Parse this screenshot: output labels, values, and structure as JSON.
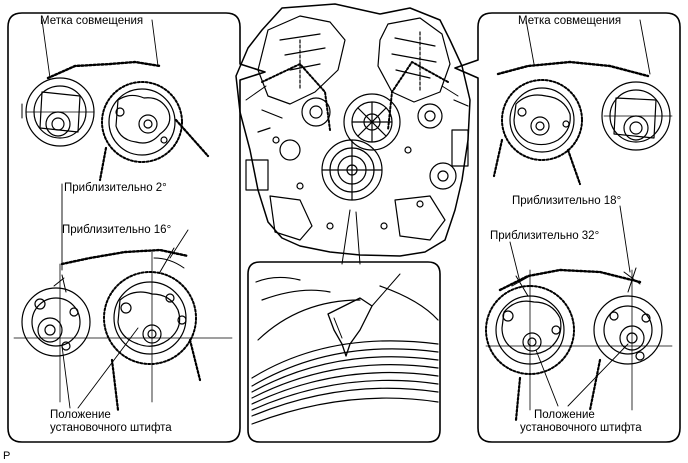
{
  "left_panel": {
    "alignment_mark": "Метка совмещения",
    "angle_small": "Приблизительно 2°",
    "angle_large": "Приблизительно 16°",
    "pin_position_line1": "Положение",
    "pin_position_line2": "установочного штифта"
  },
  "right_panel": {
    "alignment_mark": "Метка совмещения",
    "angle_small": "Приблизительно 18°",
    "angle_large": "Приблизительно 32°",
    "pin_position_line1": "Положение",
    "pin_position_line2": "установочного штифта"
  },
  "corner_code": "P"
}
